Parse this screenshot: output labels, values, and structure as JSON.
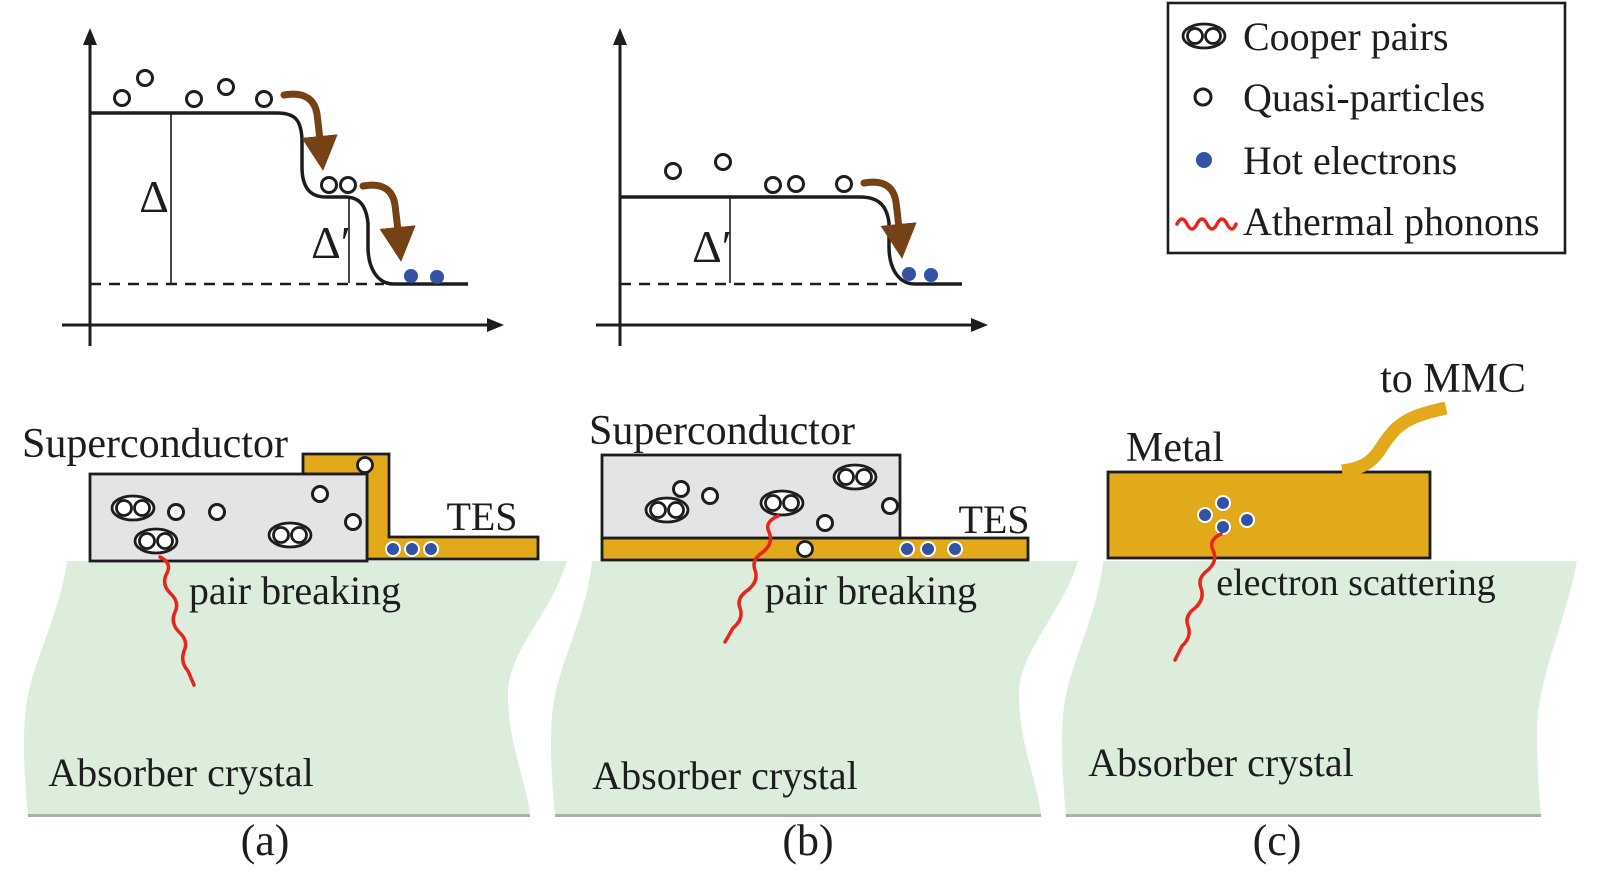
{
  "figure": {
    "legend": {
      "items": [
        {
          "label": "Cooper pairs"
        },
        {
          "label": "Quasi-particles"
        },
        {
          "label": "Hot electrons"
        },
        {
          "label": "Athermal phonons"
        }
      ]
    },
    "diagrams": [
      {
        "gap_label": "Δ",
        "gap_prime_label": "Δ′"
      },
      {
        "gap_prime_label": "Δ′"
      }
    ],
    "panels": [
      {
        "caption": "(a)",
        "film_label": "Superconductor",
        "sensor_label": "TES",
        "process_label": "pair breaking",
        "substrate_label": "Absorber crystal"
      },
      {
        "caption": "(b)",
        "film_label": "Superconductor",
        "sensor_label": "TES",
        "process_label": "pair breaking",
        "substrate_label": "Absorber crystal"
      },
      {
        "caption": "(c)",
        "film_label": "Metal",
        "wire_label": "to MMC",
        "process_label": "electron scattering",
        "substrate_label": "Absorber crystal"
      }
    ],
    "colors": {
      "ink": "#1d1d1f",
      "superconductor_fill": "#e4e4e6",
      "metal_yellow": "#e2a91b",
      "absorber_green": "#dceddc",
      "absorber_edge": "#a9b2a9",
      "hot_electron_blue": "#3352a3",
      "phonon_red": "#e8241c",
      "relax_arrow_brown": "#744215"
    }
  }
}
